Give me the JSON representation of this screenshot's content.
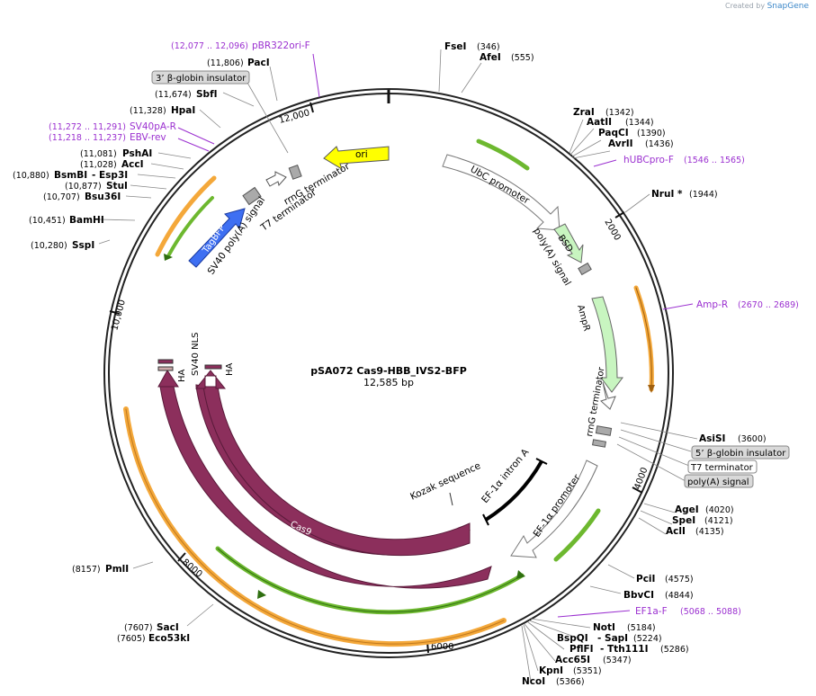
{
  "credit": {
    "prefix": "Created by",
    "brand": "SnapGene"
  },
  "plasmid": {
    "name": "pSA072 Cas9-HBB_IVS2-BFP",
    "length": "12,585 bp"
  },
  "ruler": [
    "2000",
    "4000",
    "6000",
    "8000",
    "10,000",
    "12,000"
  ],
  "features": {
    "ubc_promoter": "UbC promoter",
    "bsd": "BSD",
    "polya_right": "poly(A) signal",
    "ampr": "AmpR",
    "rrng_right": "rrnG terminator",
    "ef1a_intron": "EF-1α intron A",
    "ef1a_promoter": "EF-1α promoter",
    "kozak": "Kozak sequence",
    "cas9_a": "Cas9",
    "cas9_b": "Cas9",
    "sv40_nls": "SV40 NLS",
    "ha_a": "HA",
    "ha_b": "HA",
    "tagbfp": "TagBFP",
    "sv40_polya": "SV40 poly(A) signal",
    "t7_term": "T7 terminator",
    "rrng_left": "rrnG terminator",
    "ori": "ori"
  },
  "boxed_labels": {
    "globin3": "3’ β-globin insulator",
    "globin5": "5’ β-globin insulator",
    "t7": "T7 terminator",
    "polya": "poly(A) signal"
  },
  "primers": [
    {
      "name": "pBR322ori-F",
      "pos": "(12,077 .. 12,096)"
    },
    {
      "name": "SV40pA-R",
      "pos": "(11,272 .. 11,291)"
    },
    {
      "name": "EBV-rev",
      "pos": "(11,218 .. 11,237)"
    },
    {
      "name": "hUBCpro-F",
      "pos": "(1546 .. 1565)"
    },
    {
      "name": "Amp-R",
      "pos": "(2670 .. 2689)"
    },
    {
      "name": "EF1a-F",
      "pos": "(5068 .. 5088)"
    }
  ],
  "sites": {
    "FseI": "(346)",
    "AfeI": "(555)",
    "ZraI": "(1342)",
    "AatII": "(1344)",
    "PaqCI": "(1390)",
    "AvrII": "(1436)",
    "NruI": "(1944)",
    "AsiSI": "(3600)",
    "AgeI": "(4020)",
    "SpeI": "(4121)",
    "AclI": "(4135)",
    "PciI": "(4575)",
    "BbvCI": "(4844)",
    "NotI": "(5184)",
    "BspQI": "BspQI",
    "SapI": "(5224)",
    "PflFI": "PflFI",
    "Tth111I": "(5286)",
    "Acc65I": "(5347)",
    "KpnI": "(5351)",
    "NcoI": "(5366)",
    "SacI": "(7607)",
    "Eco53kI": "(7605)",
    "PmlI": "(8157)",
    "SspI": "(10,280)",
    "BamHI": "(10,451)",
    "Bsu36I": "(10,707)",
    "StuI": "(10,877)",
    "BsmBI": "(10,880)",
    "Esp3I": "Esp3I",
    "AccI": "(11,028)",
    "PshAI": "(11,081)",
    "HpaI": "(11,328)",
    "SbfI": "(11,674)",
    "PacI": "(11,806)"
  },
  "site_names": {
    "FseI": "FseI",
    "AfeI": "AfeI",
    "ZraI": "ZraI",
    "AatII": "AatII",
    "PaqCI": "PaqCI",
    "AvrII": "AvrII",
    "NruI": "NruI *",
    "AsiSI": "AsiSI",
    "AgeI": "AgeI",
    "SpeI": "SpeI",
    "AclI": "AclI",
    "PciI": "PciI",
    "BbvCI": "BbvCI",
    "NotI": "NotI",
    "BspQI": "BspQI",
    "SapI": "- SapI",
    "PflFI": "PflFI",
    "Tth111I": "- Tth111I",
    "Acc65I": "Acc65I",
    "KpnI": "KpnI",
    "NcoI": "NcoI",
    "SacI": "SacI",
    "Eco53kI": "Eco53kI",
    "PmlI": "PmlI",
    "SspI": "SspI",
    "BamHI": "BamHI",
    "Bsu36I": "Bsu36I",
    "StuI": "StuI",
    "BsmBI": "BsmBI",
    "Esp3I": "- Esp3I",
    "AccI": "AccI",
    "PshAI": "PshAI",
    "HpaI": "HpaI",
    "SbfI": "SbfI",
    "PacI": "PacI"
  },
  "colors": {
    "cas9": "#8c2f5c",
    "ori": "#ffff00",
    "tagbfp": "#3e6ff2",
    "bsd": "#c8f5c0",
    "ampr": "#c8f5c0",
    "primer": "#9b30d0",
    "orange_arc": "#f4a83a",
    "green_arc": "#6db82f",
    "ring": "#222222"
  }
}
